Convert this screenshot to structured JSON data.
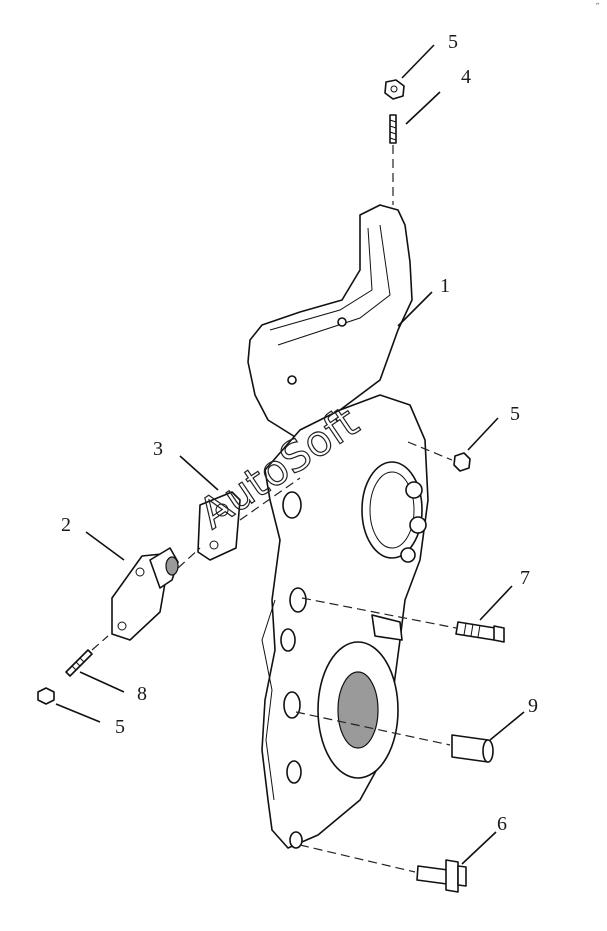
{
  "watermark": "AutoSoft",
  "corner_mark": "˝",
  "callouts": {
    "c1": "1",
    "c2": "2",
    "c3": "3",
    "c4": "4",
    "c5_top": "5",
    "c5_right": "5",
    "c5_left": "5",
    "c6": "6",
    "c7": "7",
    "c8": "8",
    "c9": "9"
  }
}
